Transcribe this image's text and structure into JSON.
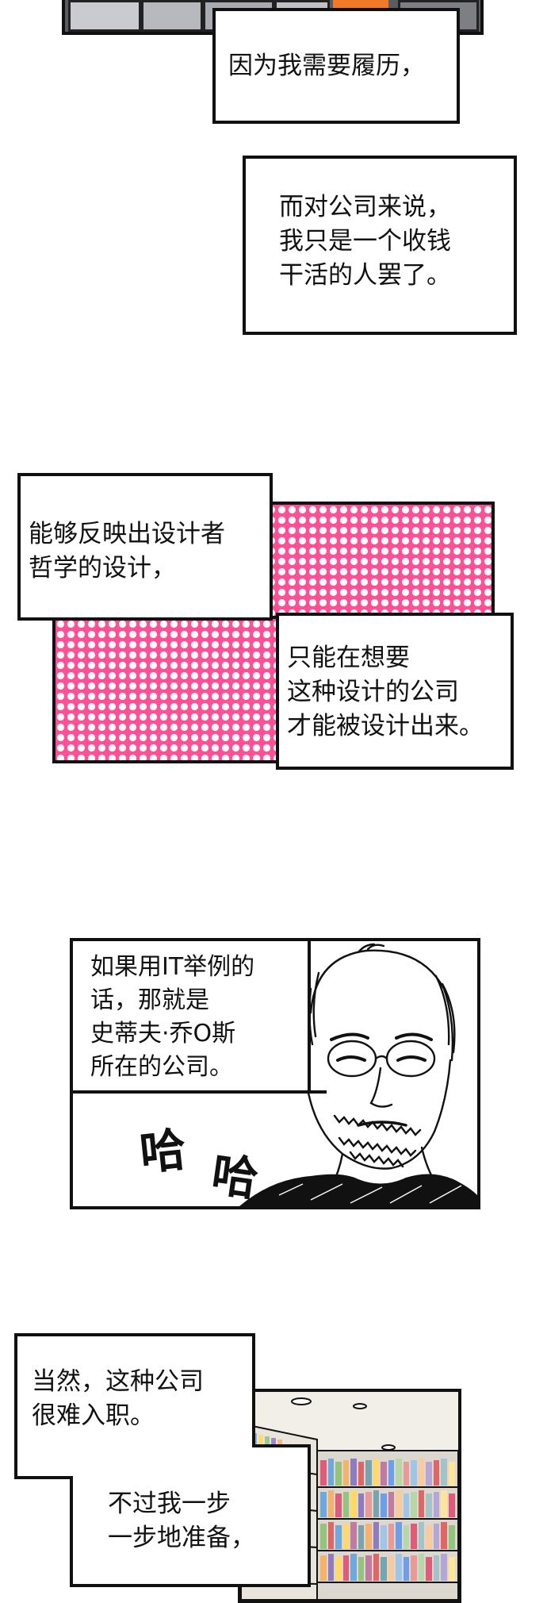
{
  "panel1": {
    "bubble_lines": [
      "因为我需要履历，"
    ]
  },
  "panel2": {
    "bubble_lines": [
      "而对公司来说，",
      "我只是一个收钱",
      "干活的人罢了。"
    ]
  },
  "panel3": {
    "bubble_top_lines": [
      "能够反映出设计者",
      "哲学的设计，"
    ],
    "bubble_bottom_lines": [
      "只能在想要",
      "这种设计的公司",
      "才能被设计出来。"
    ],
    "halftone_color": "#ff4f96"
  },
  "panel4": {
    "bubble_lines": [
      "如果用IT举例的",
      "话，那就是",
      "史蒂夫·乔O斯",
      "所在的公司。"
    ],
    "sfx_1": "哈",
    "sfx_2": "哈"
  },
  "panel5": {
    "bubble_top_lines": [
      "当然，这种公司",
      "很难入职。"
    ],
    "bubble_bottom_lines": [
      "不过我一步",
      "一步地准备，"
    ]
  }
}
